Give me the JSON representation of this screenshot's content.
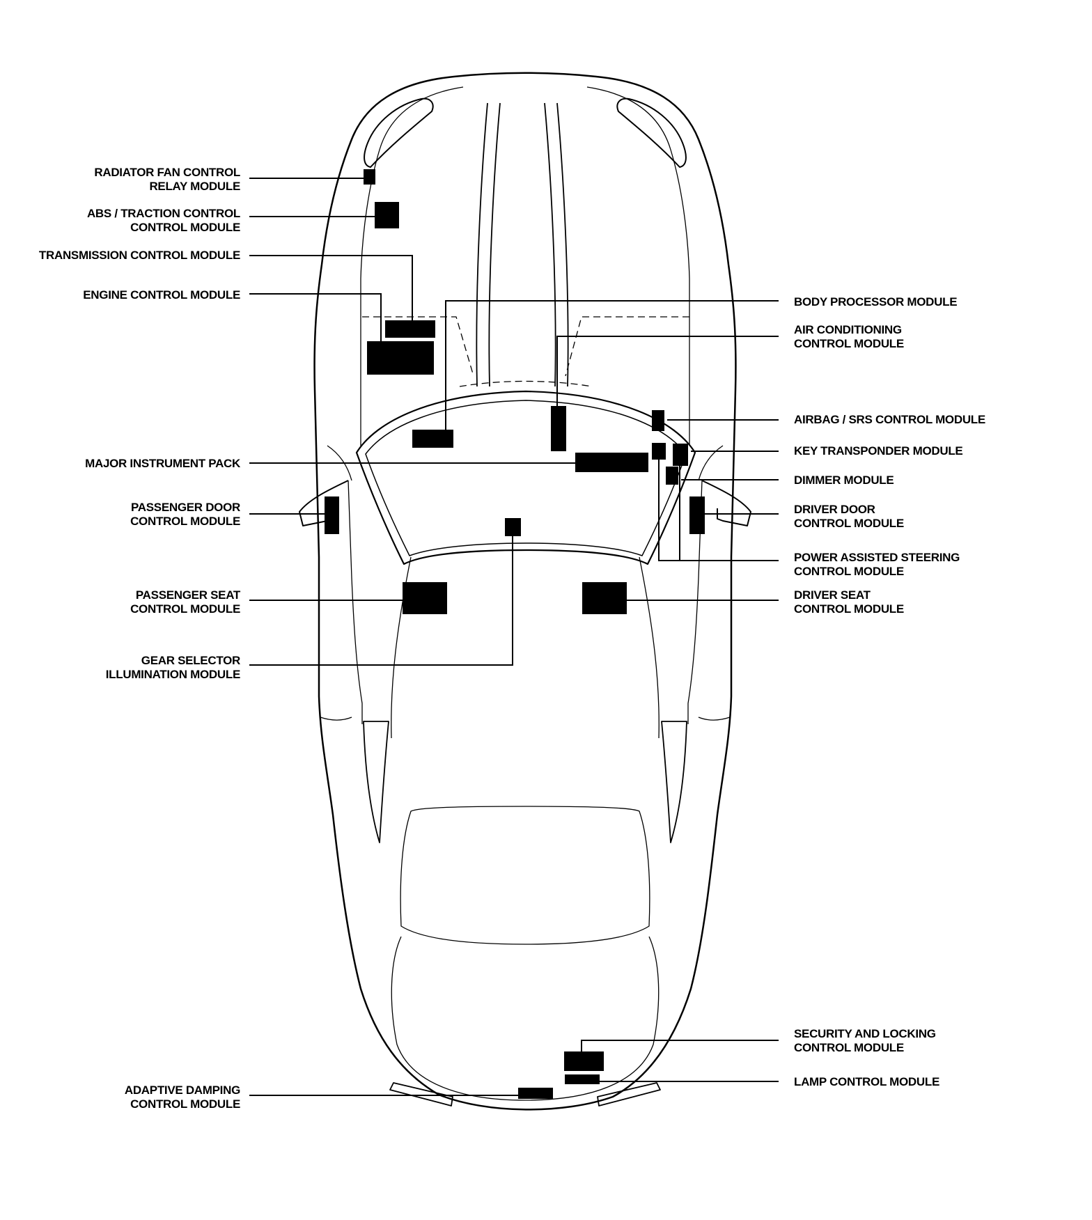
{
  "diagram": {
    "labels": {
      "radiator_fan": "RADIATOR FAN CONTROL\nRELAY MODULE",
      "abs": "ABS / TRACTION CONTROL\nCONTROL MODULE",
      "transmission": "TRANSMISSION CONTROL MODULE",
      "engine": "ENGINE CONTROL MODULE",
      "instrument_pack": "MAJOR INSTRUMENT PACK",
      "passenger_door": "PASSENGER DOOR\nCONTROL MODULE",
      "passenger_seat": "PASSENGER SEAT\nCONTROL MODULE",
      "gear_selector": "GEAR SELECTOR\nILLUMINATION MODULE",
      "adaptive_damping": "ADAPTIVE DAMPING\nCONTROL MODULE",
      "body_processor": "BODY PROCESSOR MODULE",
      "air_conditioning": "AIR CONDITIONING\nCONTROL MODULE",
      "airbag": "AIRBAG / SRS CONTROL MODULE",
      "key_transponder": "KEY TRANSPONDER MODULE",
      "dimmer": "DIMMER MODULE",
      "driver_door": "DRIVER DOOR\nCONTROL MODULE",
      "power_steering": "POWER ASSISTED STEERING\nCONTROL MODULE",
      "driver_seat": "DRIVER SEAT\nCONTROL MODULE",
      "security_locking": "SECURITY AND LOCKING\nCONTROL MODULE",
      "lamp_control": "LAMP CONTROL MODULE"
    },
    "colors": {
      "ink": "#000000",
      "paper": "#ffffff"
    }
  }
}
